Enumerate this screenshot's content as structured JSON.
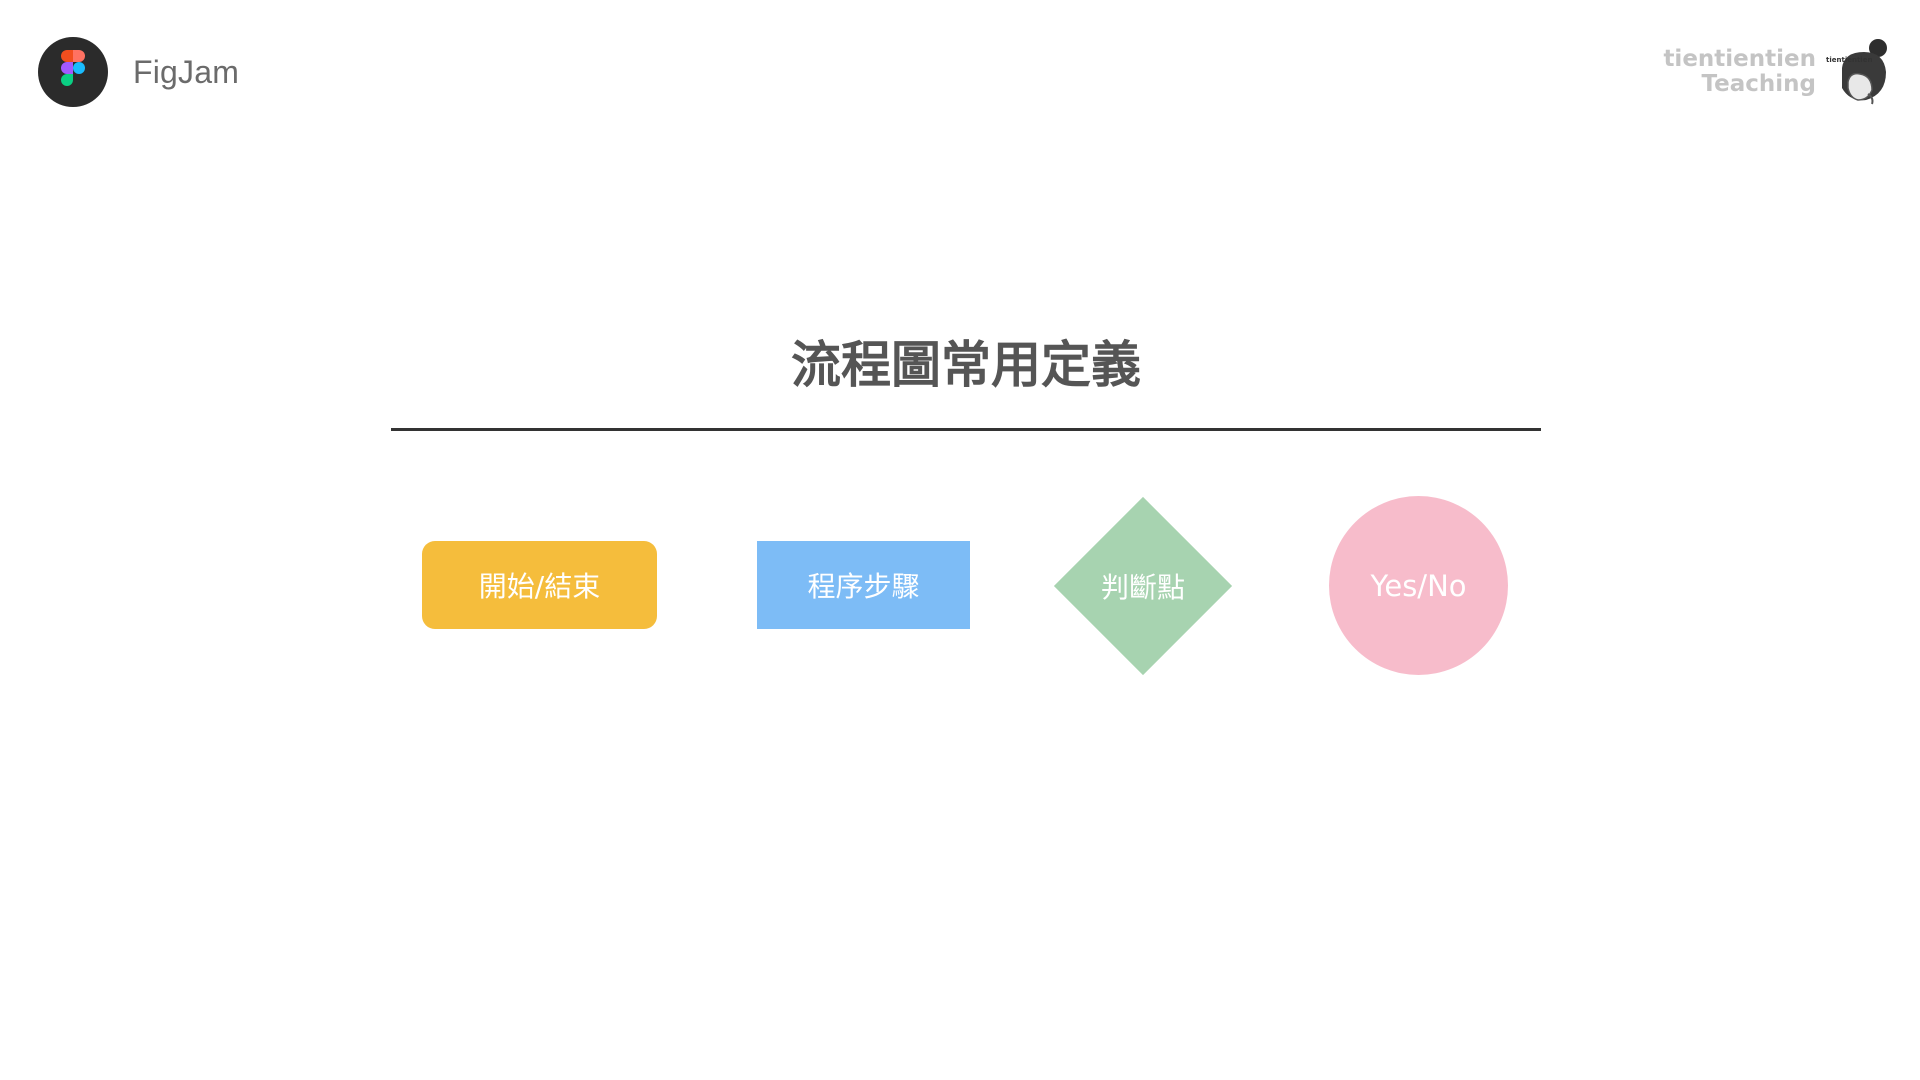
{
  "header": {
    "app_name": "FigJam",
    "logo_icon": "figma-logo-icon",
    "teacher_line1": "tientientien",
    "teacher_line2": "Teaching",
    "avatar_caption": "tientientien",
    "avatar_icon": "teacher-avatar-icon"
  },
  "main": {
    "title": "流程圖常用定義",
    "shapes": [
      {
        "label": "開始/結束",
        "kind": "terminal",
        "color": "#f5bd3c"
      },
      {
        "label": "程序步驟",
        "kind": "process",
        "color": "#7dbcf6"
      },
      {
        "label": "判斷點",
        "kind": "decision",
        "color": "#a7d3b0"
      },
      {
        "label": "Yes/No",
        "kind": "connector",
        "color": "#f7bccb"
      }
    ]
  },
  "colors": {
    "title_text": "#555555",
    "rule": "#333333",
    "logo_bg": "#2b2b2b",
    "figma_red": "#f24e1e",
    "figma_orange": "#ff7262",
    "figma_purple": "#a259ff",
    "figma_blue": "#1abcfe",
    "figma_green": "#0acf83"
  }
}
